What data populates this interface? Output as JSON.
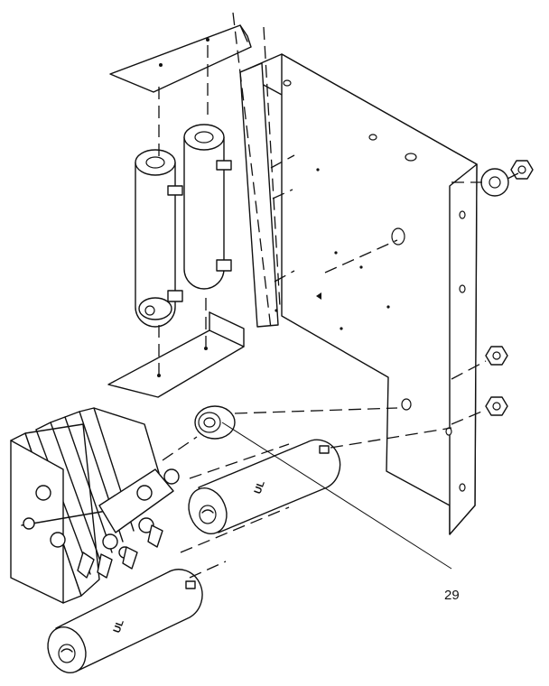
{
  "diagram": {
    "callouts": [
      {
        "id": "29",
        "label": "29"
      }
    ],
    "component_marks": {
      "capacitor_upper": "UL",
      "capacitor_lower": "UL"
    }
  }
}
